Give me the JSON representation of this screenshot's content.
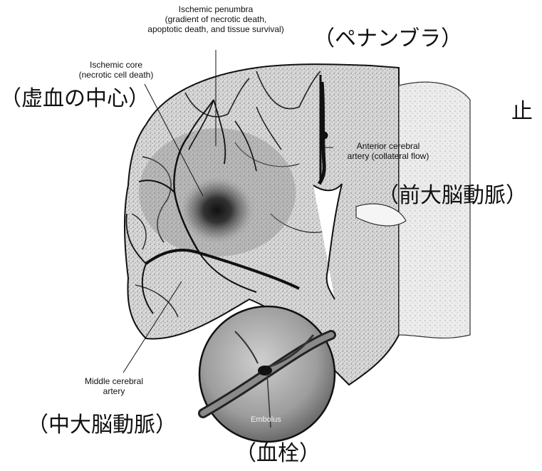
{
  "labels_en": {
    "penumbra_l1": "Ischemic penumbra",
    "penumbra_l2": "(gradient of necrotic death,",
    "penumbra_l3": "apoptotic death, and tissue survival)",
    "core_l1": "Ischemic core",
    "core_l2": "(necrotic cell death)",
    "aca_l1": "Anterior cerebral",
    "aca_l2": "artery (collateral flow)",
    "mca_l1": "Middle cerebral",
    "mca_l2": "artery",
    "embolus": "Embolus"
  },
  "labels_jp": {
    "penumbra": "（ペナンブラ）",
    "core": "（虚血の中心）",
    "aca": "（前大脳動脈）",
    "mca": "（中大脳動脈）",
    "embolus": "（血栓）",
    "cut_off": "止"
  },
  "colors": {
    "ink": "#111111",
    "stipple": "#8a8a8a",
    "core": "#1a1a1a",
    "background": "#ffffff"
  }
}
